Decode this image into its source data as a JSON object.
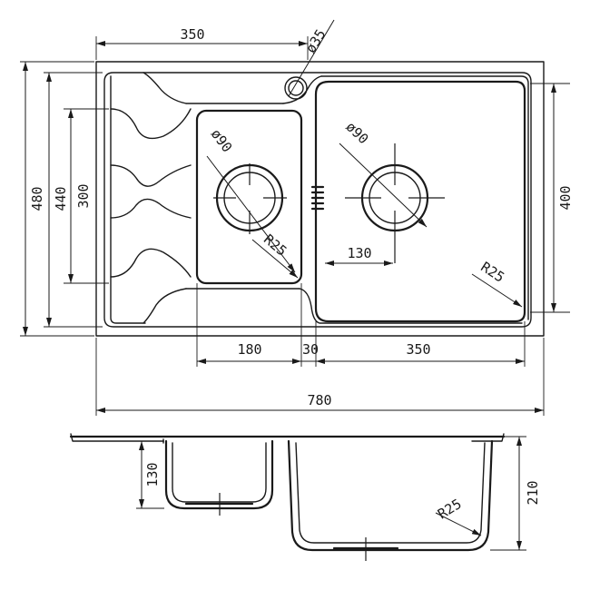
{
  "dimensions": {
    "top_width_left": "350",
    "overall_height": "480",
    "inner_height": "440",
    "drainer_height": "300",
    "main_bowl_height": "400",
    "tap_hole_dia": "ø35",
    "small_waste_dia": "ø90",
    "large_waste_dia": "ø90",
    "small_bowl_radius": "R25",
    "large_bowl_radius": "R25",
    "waste_offset": "130",
    "small_bowl_width": "180",
    "divider_width": "30",
    "large_bowl_width": "350",
    "overall_width": "780",
    "small_bowl_depth": "130",
    "large_bowl_depth": "210",
    "section_radius": "R25"
  }
}
